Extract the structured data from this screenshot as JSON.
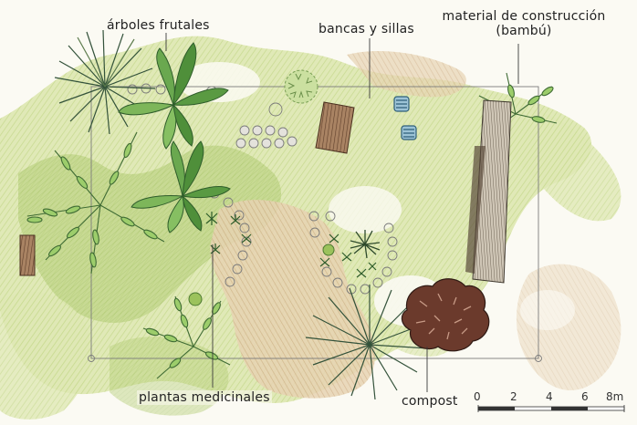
{
  "labels": {
    "fruit_trees": "árboles frutales",
    "benches": "bancas y sillas",
    "material_line1": "material de construcción",
    "material_line2": "(bambú)",
    "medicinal": "plantas medicinales",
    "compost": "compost"
  },
  "scale": {
    "ticks": [
      "0",
      "2",
      "4",
      "6",
      "8m"
    ]
  },
  "colors": {
    "paper": "#fbfaf3",
    "pale_green": "#dfe8b4",
    "green": "#b9d27a",
    "tan": "#dcc39c",
    "brown": "#7a4b3a",
    "blue": "#5b8fae",
    "pencil": "#555555"
  },
  "icons": {
    "palm": "palm-tree-icon",
    "banana": "banana-plant-icon",
    "branch": "leafy-branch-icon",
    "bench": "wooden-bench-icon",
    "chair": "blue-chair-icon",
    "bamboo": "bamboo-bundle-icon",
    "compost": "compost-pile-icon",
    "stepping_stone": "stepping-stone-icon"
  }
}
